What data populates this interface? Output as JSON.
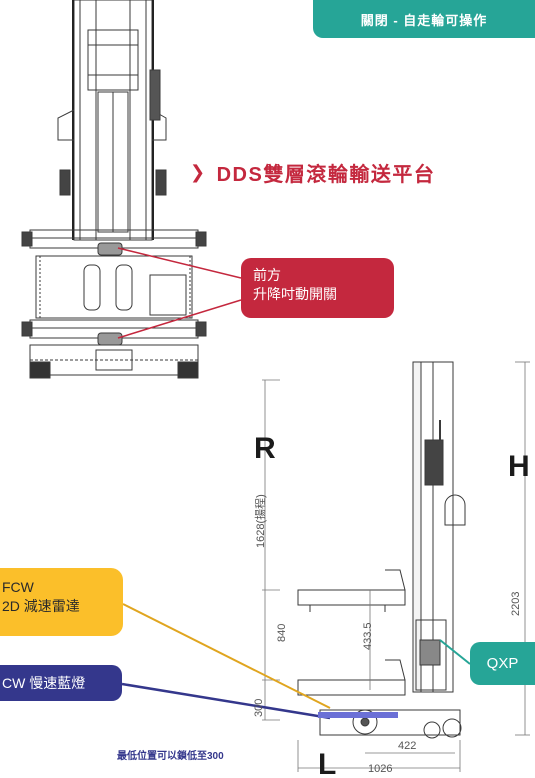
{
  "badge": "關閉 - 自走輪可操作",
  "heading": "DDS雙層滾輪輸送平台",
  "callouts": {
    "front_switch_line1": "前方",
    "front_switch_line2": "升降吋動開關",
    "fcw_line1": "FCW",
    "fcw_line2": "2D 減速雷達",
    "cw_blue": "CW 慢速藍燈",
    "qxp": "QXP"
  },
  "letters": {
    "r": "R",
    "h": "H",
    "l": "L"
  },
  "dimensions": {
    "d1628": "1628(揚程)",
    "d2203": "2203",
    "d840": "840",
    "d433": "433.5",
    "d300": "300",
    "d422": "422",
    "d1026": "1026"
  },
  "note": "最低位置可以鎖低至300",
  "colors": {
    "teal": "#26a597",
    "red": "#c4283e",
    "yellow": "#fbbf2a",
    "navy": "#34378c"
  }
}
